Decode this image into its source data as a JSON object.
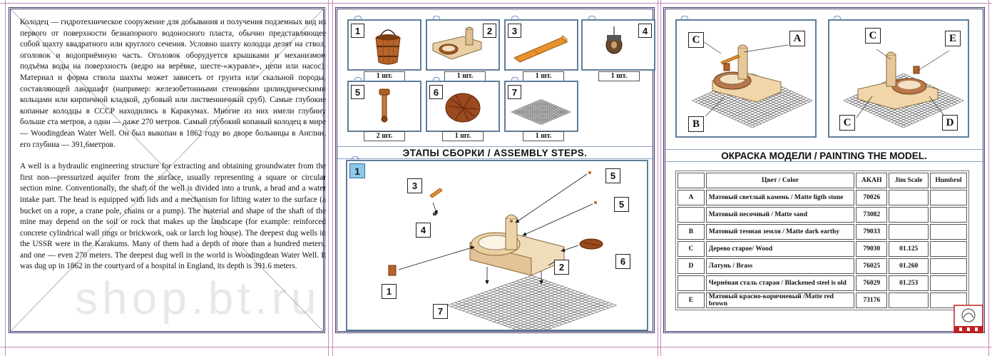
{
  "intro": {
    "ru": "Колодец — гидротехническое сооружение для добывания и получения подземных вод из первого от поверхности безнапорного водоносного пласта, обычно представляющее собой шахту квадратного или круглого сечения. Условно шахту колодца делят на ствол, оголовок и водоприёмную часть. Оголовок оборудуется крышками и механизмом подъёма воды на поверхность (ведро на верёвке, шесте-«журавле», цепи или насос). Материал и форма ствола шахты может зависеть от грунта или скальной породы, составляющей ландшафт (например: железобетонными стеновыми цилиндрическими кольцами или кирпичной кладкой, дубовый или лиственничный сруб). Самые глубокие копаные колодцы в СССР находились в Каракумах. Многие из них имели глубину больше ста метров, а один — даже 270 метров. Самый глубокий копаный колодец в мире — Woodingdean Water Well. Он был выкопан в 1862 году во дворе больницы в Англии, его глубина — 391,6метров.",
    "en": "A well is a hydraulic engineering structure for extracting and obtaining groundwater from the first non—pressurized aquifer from the surface, usually representing a square or circular section mine. Conventionally, the shaft of the well is divided into a trunk, a head and a water intake part. The head is equipped with lids and a mechanism for lifting water to the surface (a bucket on a rope, a crane pole, chains or a pump). The material and shape of the shaft of the mine may depend on the soil or rock that makes up the landscape (for example: reinforced concrete cylindrical wall rings or brickwork, oak or larch log house). The deepest dug wells in the USSR were in the Karakums. Many of them had a depth of more than a hundred meters, and one — even 270 meters. The deepest dug well in the world is Woodingdean Water Well. It was dug up in 1862 in the courtyard of a hospital in England, its depth is 391.6 meters."
  },
  "watermark": "shop.bt.ru",
  "parts": [
    {
      "num": "1",
      "qty": "1 шт."
    },
    {
      "num": "2",
      "qty": "1 шт."
    },
    {
      "num": "3",
      "qty": "1 шт."
    },
    {
      "num": "4",
      "qty": "1 шт."
    },
    {
      "num": "5",
      "qty": "2 шт."
    },
    {
      "num": "6",
      "qty": "1 шт."
    },
    {
      "num": "7",
      "qty": "1 шт."
    }
  ],
  "steps_title": "ЭТАПЫ СБОРКИ   /   ASSEMBLY  STEPS.",
  "step": {
    "number": "1",
    "callouts": [
      "3",
      "5",
      "5",
      "4",
      "2",
      "6",
      "1",
      "7"
    ]
  },
  "painting": {
    "title": "ОКРАСКА МОДЕЛИ / PAINTING THE MODEL.",
    "view_labels_1": [
      "C",
      "A",
      "B"
    ],
    "view_labels_2": [
      "C",
      "E",
      "C",
      "D"
    ],
    "headers": [
      "",
      "Цвет / Color",
      "AKAH",
      "Jim Scale",
      "Humbrol"
    ],
    "rows": [
      {
        "key": "A",
        "color": "Матовый светлый камень / Matte ligth stone",
        "akah": "70026",
        "jim": "",
        "humbrol": ""
      },
      {
        "key": "",
        "color": "Матовый песочный / Matte sand",
        "akah": "73082",
        "jim": "",
        "humbrol": ""
      },
      {
        "key": "B",
        "color": "Матовый темная земля / Matte dark earthy",
        "akah": "79033",
        "jim": "",
        "humbrol": ""
      },
      {
        "key": "C",
        "color": " Дерево старое/ Wood",
        "akah": "79030",
        "jim": "01.125",
        "humbrol": ""
      },
      {
        "key": "D",
        "color": "Латунь / Brass",
        "akah": "76025",
        "jim": "01.260",
        "humbrol": ""
      },
      {
        "key": "",
        "color": "Чернёная сталь старая / Blackened steel is old",
        "akah": "76029",
        "jim": "01.253",
        "humbrol": ""
      },
      {
        "key": "E",
        "color": "Матовый красно-коричневый /Matte red brown",
        "akah": "73176",
        "jim": "",
        "humbrol": ""
      }
    ]
  }
}
